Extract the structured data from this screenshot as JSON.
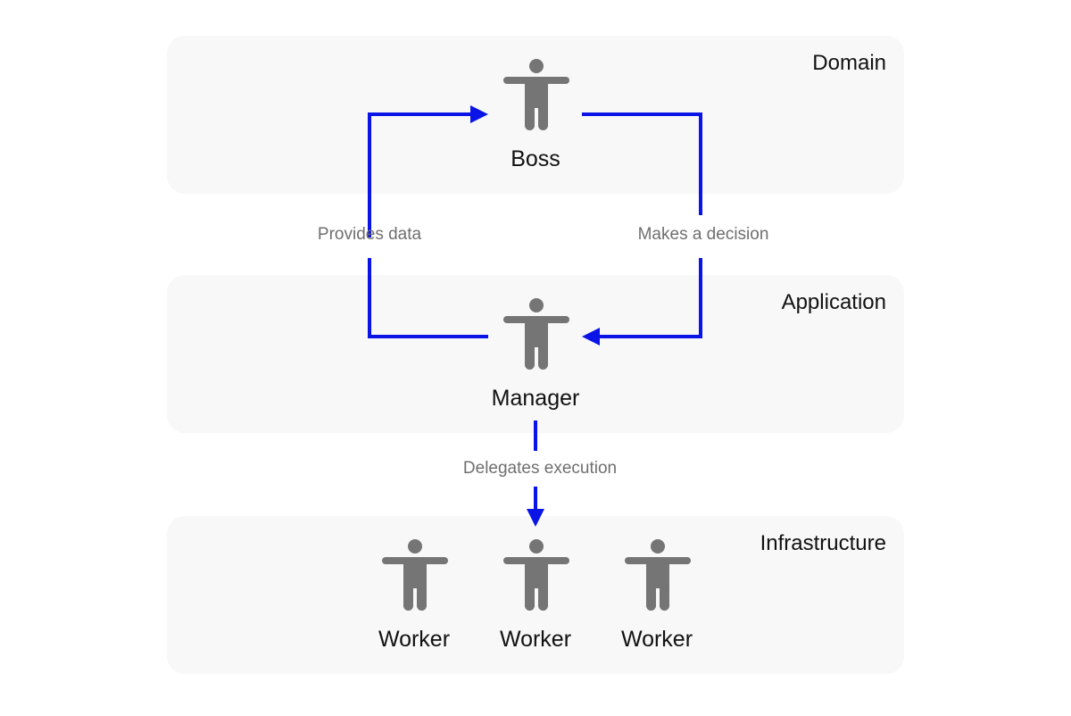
{
  "colors": {
    "arrow": "#0a14e6",
    "figure": "#757575",
    "layer_bg": "#f8f8f8"
  },
  "layers": {
    "domain": {
      "title": "Domain"
    },
    "application": {
      "title": "Application"
    },
    "infrastructure": {
      "title": "Infrastructure"
    }
  },
  "people": {
    "boss": {
      "label": "Boss",
      "icon": "person-icon"
    },
    "manager": {
      "label": "Manager",
      "icon": "person-icon"
    },
    "workers": [
      {
        "label": "Worker",
        "icon": "person-icon"
      },
      {
        "label": "Worker",
        "icon": "person-icon"
      },
      {
        "label": "Worker",
        "icon": "person-icon"
      }
    ]
  },
  "edges": {
    "provides_data": {
      "label": "Provides data"
    },
    "makes_decision": {
      "label": "Makes a decision"
    },
    "delegates_execution": {
      "label": "Delegates execution"
    }
  }
}
